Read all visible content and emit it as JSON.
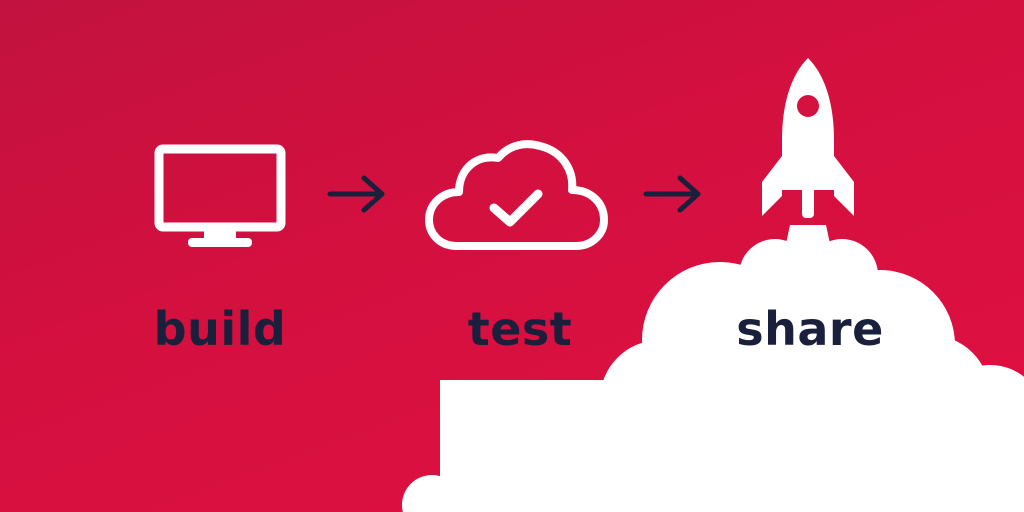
{
  "colors": {
    "background_start": "#c2123f",
    "background_end": "#e10f42",
    "icon": "#ffffff",
    "text": "#1a1f3c",
    "arrow": "#1a1f3c"
  },
  "steps": [
    {
      "icon": "monitor-icon",
      "label": "build"
    },
    {
      "icon": "cloud-check-icon",
      "label": "test"
    },
    {
      "icon": "rocket-icon",
      "label": "share"
    }
  ],
  "connectors": [
    {
      "icon": "arrow-right-icon"
    },
    {
      "icon": "arrow-right-icon"
    }
  ],
  "decoration": {
    "icon": "smoke-cloud-icon"
  }
}
